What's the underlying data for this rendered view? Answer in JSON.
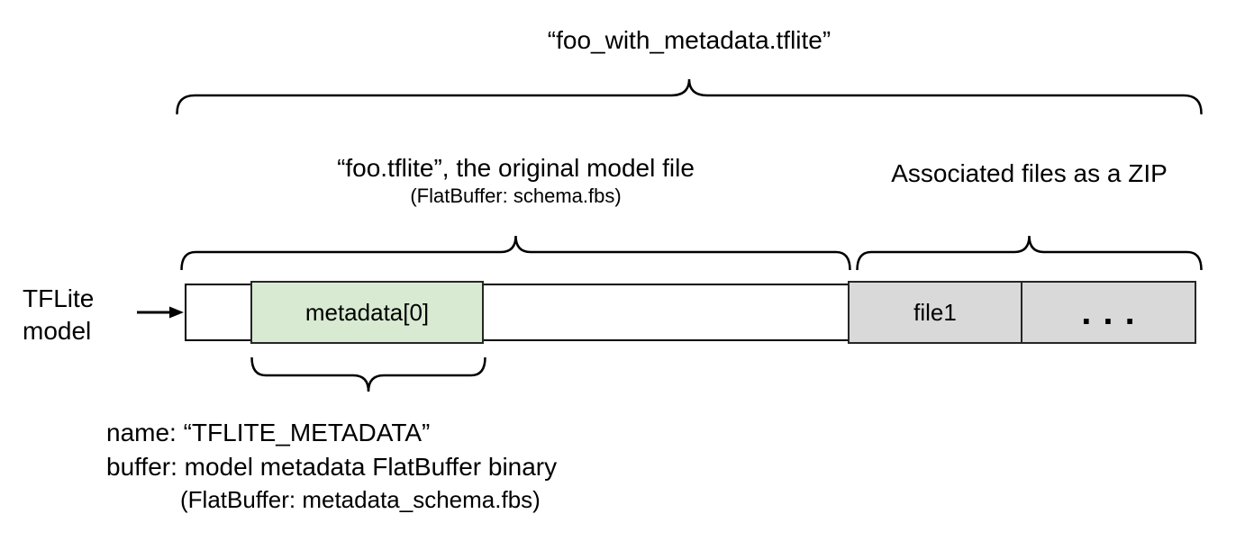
{
  "title": "“foo_with_metadata.tflite”",
  "model_section": {
    "label": "“foo.tflite”, the original model file",
    "sublabel": "(FlatBuffer: schema.fbs)"
  },
  "zip_section": {
    "label": "Associated files as a ZIP"
  },
  "model_pointer": {
    "line1": "TFLite",
    "line2": "model"
  },
  "bar": {
    "metadata_label": "metadata[0]",
    "file1_label": "file1",
    "dots_label": ". . ."
  },
  "metadata_annotation": {
    "name_line": "name: “TFLITE_METADATA”",
    "buffer_line": "buffer: model metadata FlatBuffer binary",
    "schema_line": "(FlatBuffer: metadata_schema.fbs)"
  },
  "colors": {
    "background": "#ffffff",
    "metadata_fill": "#d9ead3",
    "associated_fill": "#d9d9d9",
    "outline": "#000000",
    "text": "#000000"
  }
}
